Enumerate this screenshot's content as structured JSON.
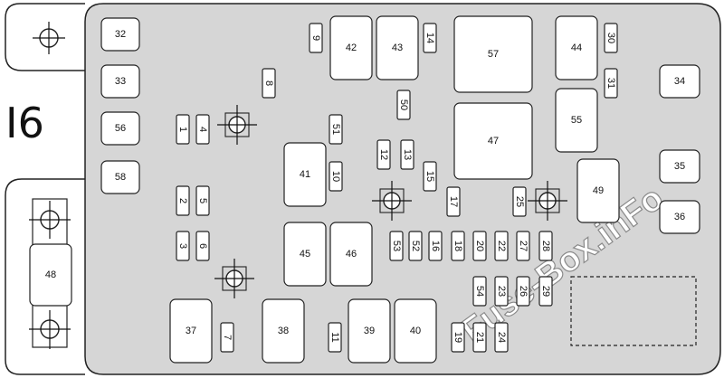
{
  "diagram": {
    "label": "I6",
    "watermark": "Fuse-Box.inFo",
    "relays": [
      "32",
      "33",
      "56",
      "58",
      "42",
      "43",
      "57",
      "44",
      "34",
      "55",
      "47",
      "41",
      "35",
      "49",
      "36",
      "45",
      "46",
      "48",
      "37",
      "38",
      "39",
      "40"
    ],
    "fuses": [
      "9",
      "14",
      "30",
      "8",
      "31",
      "50",
      "1",
      "4",
      "51",
      "12",
      "13",
      "10",
      "15",
      "17",
      "25",
      "2",
      "5",
      "3",
      "6",
      "53",
      "52",
      "16",
      "18",
      "20",
      "22",
      "27",
      "28",
      "54",
      "23",
      "26",
      "29",
      "7",
      "11",
      "19",
      "21",
      "24"
    ]
  }
}
